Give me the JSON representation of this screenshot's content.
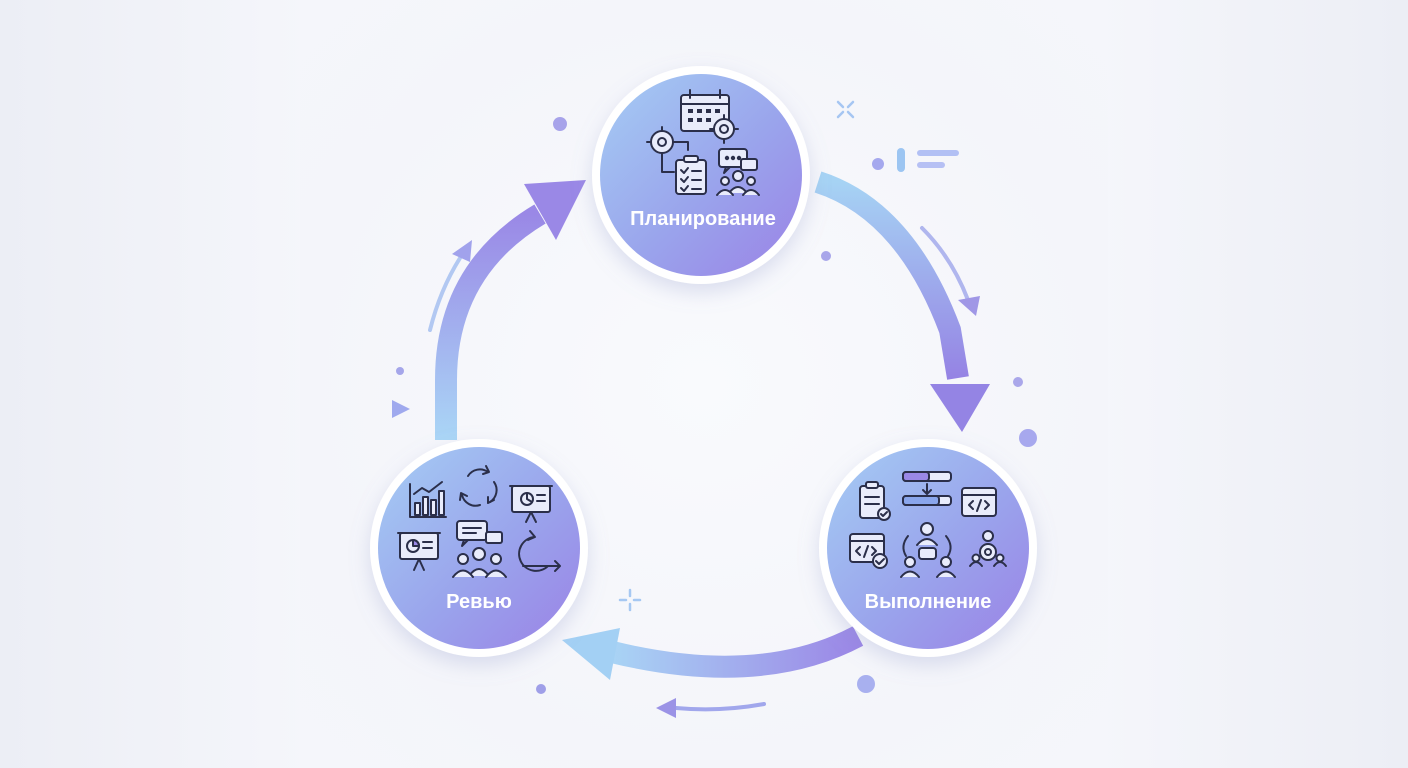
{
  "diagram": {
    "stages": [
      {
        "id": "planning",
        "label": "Планирование",
        "icons": [
          "calendar-icon",
          "gears-icon",
          "checklist-icon",
          "chat-icon",
          "team-icon"
        ]
      },
      {
        "id": "execution",
        "label": "Выполнение",
        "icons": [
          "task-checklist-icon",
          "progress-bar-icon",
          "code-window-icon",
          "code-check-icon",
          "collaboration-icon",
          "gear-team-icon"
        ]
      },
      {
        "id": "review",
        "label": "Ревью",
        "icons": [
          "bar-chart-icon",
          "refresh-icon",
          "presentation-icon",
          "pie-chart-board-icon",
          "discussion-icon",
          "iteration-icon"
        ]
      }
    ],
    "flow": [
      "planning",
      "execution",
      "review",
      "planning"
    ],
    "colors": {
      "node_gradient_start": "#a3c7f3",
      "node_gradient_end": "#9c86e8",
      "arrow_start": "#a8d2f5",
      "arrow_end": "#9a86e6",
      "icon_stroke": "#2b2f4a"
    }
  }
}
